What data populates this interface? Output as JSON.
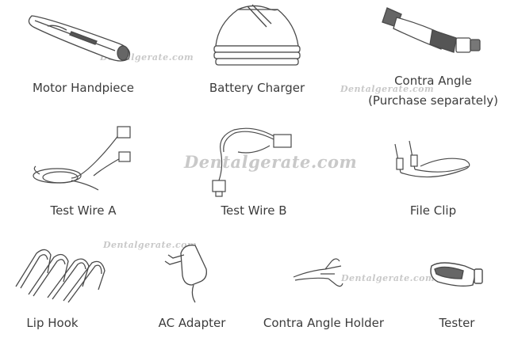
{
  "items": [
    {
      "label": "Motor Handpiece"
    },
    {
      "label": "Battery Charger"
    },
    {
      "label": "Contra Angle",
      "sublabel": "(Purchase separately)"
    },
    {
      "label": "Test Wire A"
    },
    {
      "label": "Test Wire B"
    },
    {
      "label": "File Clip"
    },
    {
      "label": "Lip Hook"
    },
    {
      "label": "AC Adapter"
    },
    {
      "label": "Contra Angle Holder"
    },
    {
      "label": "Tester"
    }
  ],
  "watermark": "Dentalgerate.com",
  "colors": {
    "line": "#4a4a4a",
    "fill": "#ffffff",
    "watermark": "#c9c9c9"
  }
}
